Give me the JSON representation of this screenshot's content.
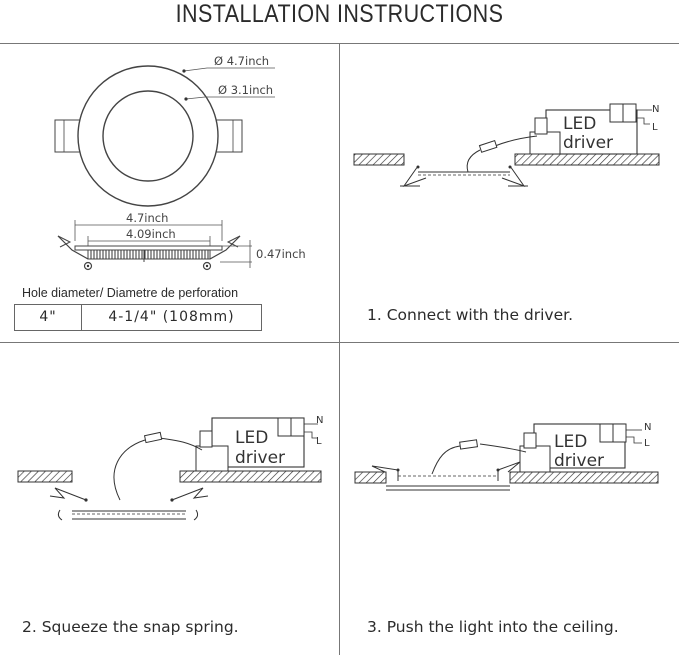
{
  "title": "INSTALLATION INSTRUCTIONS",
  "dimensions": {
    "outer_diameter": "Ø 4.7inch",
    "inner_diameter": "Ø 3.1inch",
    "side_width_outer": "4.7inch",
    "side_width_inner": "4.09inch",
    "height": "0.47inch"
  },
  "hole": {
    "label": "Hole diameter/ Diametre de perforation",
    "size": "4\"",
    "cutout": "4-1/4\" (108mm)"
  },
  "driver": {
    "line1": "LED",
    "line2": "driver",
    "n": "N",
    "l": "L"
  },
  "steps": {
    "step1": "1. Connect with the driver.",
    "step2": "2. Squeeze the snap spring.",
    "step3": "3. Push the light into the ceiling."
  }
}
